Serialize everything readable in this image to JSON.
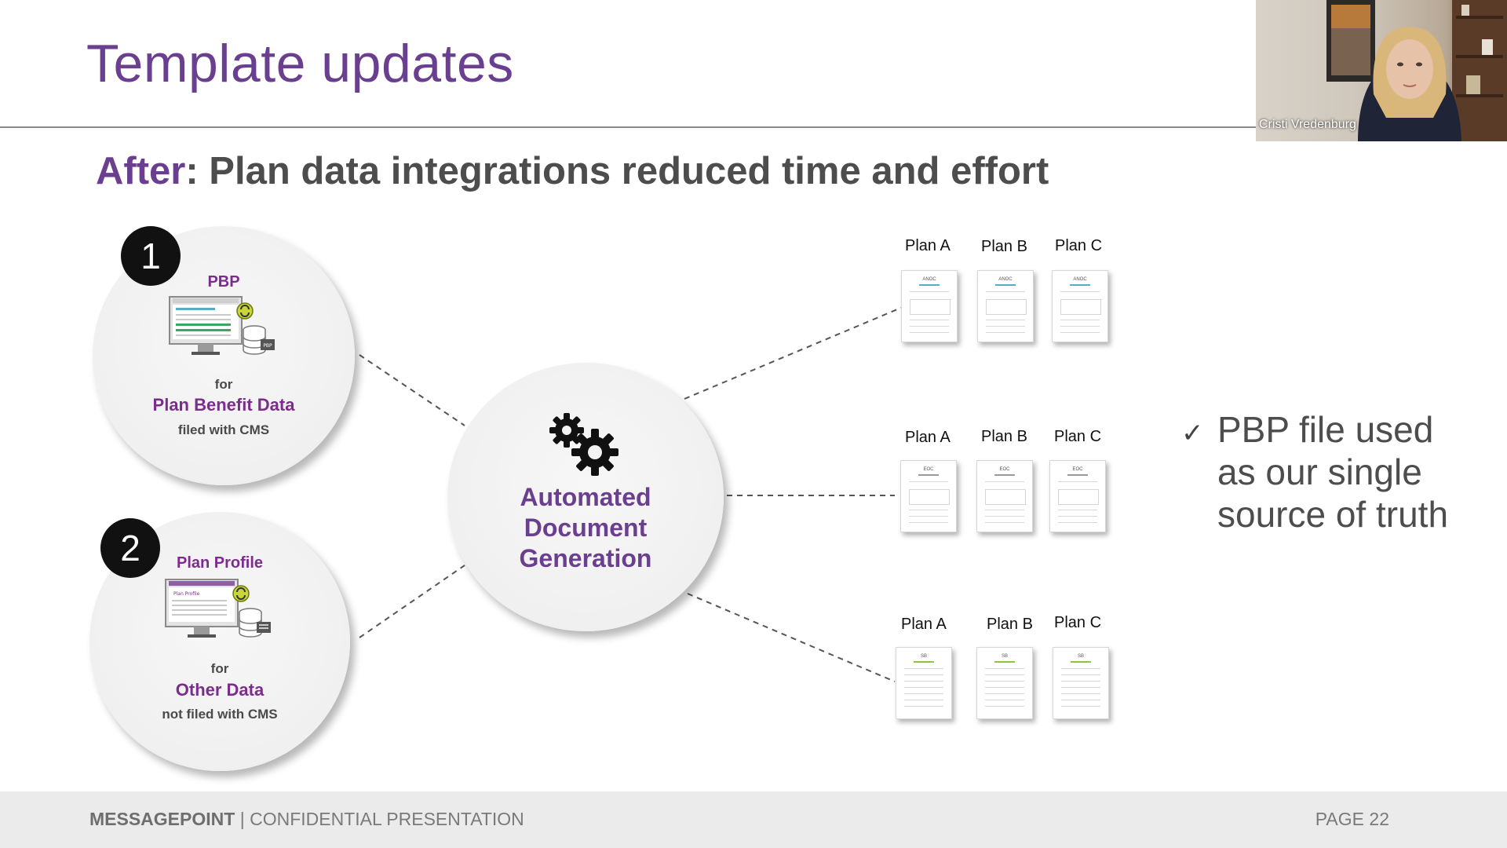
{
  "slide": {
    "title": "Template updates",
    "subtitle_accent": "After",
    "subtitle_rest": ": Plan data integrations reduced time and effort"
  },
  "sources": [
    {
      "number": "1",
      "heading": "PBP",
      "for_text": "for",
      "main_label": "Plan Benefit Data",
      "sub_label": "filed with CMS",
      "icon": "monitor-database-sync-icon",
      "badge": "PBP"
    },
    {
      "number": "2",
      "heading": "Plan Profile",
      "for_text": "for",
      "main_label": "Other Data",
      "sub_label": "not filed with CMS",
      "icon": "monitor-database-sync-icon",
      "screen_text": "Plan Profile"
    }
  ],
  "central": {
    "line1": "Automated",
    "line2": "Document",
    "line3": "Generation",
    "icon": "gears-icon"
  },
  "doc_rows": [
    {
      "tag": "ANOC",
      "plans": [
        "Plan A",
        "Plan B",
        "Plan C"
      ]
    },
    {
      "tag": "EOC",
      "plans": [
        "Plan A",
        "Plan B",
        "Plan C"
      ]
    },
    {
      "tag": "SB",
      "plans": [
        "Plan A",
        "Plan B",
        "Plan C"
      ]
    }
  ],
  "checklist": {
    "mark": "✓",
    "text": "PBP file used as our single source of truth"
  },
  "footer": {
    "brand": "MESSAGEPOINT",
    "separator": "|",
    "label": "CONFIDENTIAL PRESENTATION",
    "page_label": "PAGE",
    "page_number": "22"
  },
  "webcam": {
    "participant_name": "Cristi Vredenburg"
  },
  "colors": {
    "accent_purple": "#6b3f8f",
    "label_purple": "#7b2d8e",
    "anoc_bar": "#5aa9c9",
    "eoc_bar": "#9a9a9a",
    "sb_bar": "#8cc63f"
  }
}
